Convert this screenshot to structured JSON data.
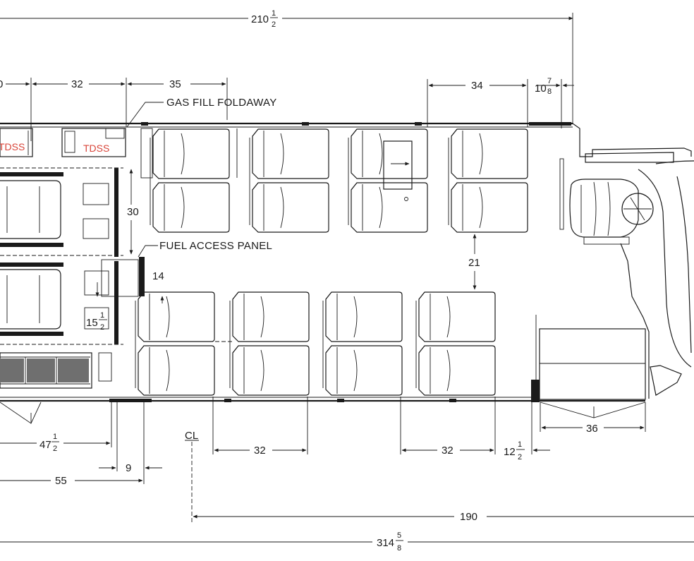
{
  "dimensions": {
    "overall_top": {
      "whole": "210",
      "num": "1",
      "den": "2"
    },
    "top_partial": "0",
    "top_32": "32",
    "top_35": "35",
    "top_34": "34",
    "top_10_7_8": {
      "whole": "10",
      "num": "7",
      "den": "8"
    },
    "side_30": "30",
    "side_14": "14",
    "side_15_1_2": {
      "whole": "15",
      "num": "1",
      "den": "2"
    },
    "aisle_21": "21",
    "bottom_47_1_2": {
      "whole": "47",
      "num": "1",
      "den": "2"
    },
    "bottom_9": "9",
    "bottom_55": "55",
    "bottom_32_a": "32",
    "bottom_32_b": "32",
    "bottom_12_1_2": {
      "whole": "12",
      "num": "1",
      "den": "2"
    },
    "bottom_36": "36",
    "centerline_190": "190",
    "overall_bottom": {
      "whole": "314",
      "num": "5",
      "den": "8"
    }
  },
  "callouts": {
    "gas_fill": "GAS FILL FOLDAWAY",
    "fuel_access": "FUEL ACCESS PANEL",
    "tdss_left": "TDSS",
    "tdss_right": "TDSS",
    "centerline": "CL"
  },
  "colors": {
    "line": "#1a1a1a",
    "tdss": "#d9453a",
    "background": "#ffffff"
  }
}
